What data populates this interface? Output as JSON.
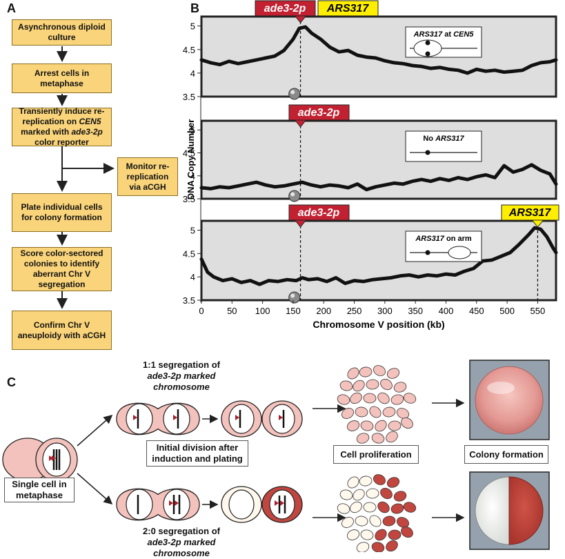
{
  "panels": {
    "a": "A",
    "b": "B",
    "c": "C"
  },
  "flowchart": {
    "steps": [
      "Asynchronous diploid culture",
      "Arrest cells in metaphase",
      "Transiently induce re-replication on CEN5 marked with ade3-2p color reporter",
      "Plate individual cells for colony formation",
      "Score color-sectored colonies to identify aberrant Chr V segregation",
      "Confirm Chr V aneuploidy with aCGH"
    ],
    "side_step": "Monitor re-replication via aCGH"
  },
  "chart_data": [
    {
      "type": "line",
      "markers": [
        "ade3-2p",
        "ARS317"
      ],
      "inset": "ARS317 at CEN5",
      "ylim": [
        3.5,
        5.2
      ],
      "yticks": [
        "5",
        "4.5",
        "4",
        "3.5"
      ],
      "x": [
        0,
        15,
        30,
        45,
        60,
        75,
        90,
        105,
        120,
        135,
        150,
        160,
        170,
        180,
        195,
        210,
        225,
        240,
        255,
        270,
        285,
        300,
        315,
        330,
        345,
        360,
        375,
        390,
        405,
        420,
        435,
        450,
        465,
        480,
        495,
        510,
        525,
        540,
        555,
        570,
        580
      ],
      "y": [
        4.28,
        4.22,
        4.18,
        4.25,
        4.2,
        4.24,
        4.28,
        4.32,
        4.36,
        4.48,
        4.72,
        4.95,
        4.98,
        4.85,
        4.72,
        4.55,
        4.45,
        4.48,
        4.38,
        4.34,
        4.32,
        4.26,
        4.22,
        4.2,
        4.16,
        4.14,
        4.1,
        4.12,
        4.08,
        4.06,
        4.0,
        4.08,
        4.04,
        4.06,
        4.02,
        4.04,
        4.06,
        4.16,
        4.22,
        4.24,
        4.28
      ]
    },
    {
      "type": "line",
      "markers": [
        "ade3-2p"
      ],
      "inset": "No ARS317",
      "ylim": [
        3.5,
        5.2
      ],
      "yticks": [
        "5",
        "4.5",
        "4",
        "3.5"
      ],
      "x": [
        0,
        15,
        30,
        45,
        60,
        75,
        90,
        105,
        120,
        135,
        150,
        165,
        180,
        195,
        210,
        225,
        240,
        255,
        270,
        285,
        300,
        315,
        330,
        345,
        360,
        375,
        390,
        405,
        420,
        435,
        450,
        465,
        480,
        495,
        510,
        525,
        540,
        555,
        570,
        580
      ],
      "y": [
        3.74,
        3.72,
        3.76,
        3.74,
        3.78,
        3.82,
        3.86,
        3.8,
        3.76,
        3.78,
        3.82,
        3.86,
        3.8,
        3.76,
        3.8,
        3.78,
        3.74,
        3.82,
        3.7,
        3.76,
        3.8,
        3.84,
        3.82,
        3.88,
        3.92,
        3.88,
        3.94,
        3.9,
        3.96,
        3.92,
        3.98,
        4.02,
        3.96,
        4.22,
        4.08,
        4.14,
        4.24,
        4.12,
        4.04,
        3.82
      ]
    },
    {
      "type": "line",
      "markers": [
        "ade3-2p",
        "ARS317"
      ],
      "inset": "ARS317 on arm",
      "ylim": [
        3.5,
        5.2
      ],
      "yticks": [
        "5",
        "4.5",
        "4",
        "3.5"
      ],
      "x": [
        0,
        10,
        20,
        35,
        50,
        65,
        80,
        95,
        110,
        125,
        140,
        155,
        165,
        175,
        190,
        205,
        220,
        235,
        250,
        265,
        280,
        295,
        310,
        325,
        340,
        355,
        370,
        385,
        400,
        415,
        430,
        445,
        460,
        475,
        490,
        505,
        520,
        535,
        545,
        555,
        565,
        575,
        580
      ],
      "y": [
        4.38,
        4.1,
        4.0,
        3.92,
        3.96,
        3.88,
        3.92,
        3.84,
        3.92,
        3.9,
        3.94,
        3.92,
        3.98,
        3.94,
        3.96,
        3.9,
        3.98,
        3.86,
        3.92,
        3.9,
        3.94,
        3.96,
        3.98,
        4.02,
        4.04,
        4.0,
        4.04,
        4.02,
        4.06,
        4.04,
        4.12,
        4.18,
        4.34,
        4.36,
        4.44,
        4.52,
        4.7,
        4.9,
        5.05,
        5.02,
        4.86,
        4.62,
        4.52
      ]
    }
  ],
  "axes": {
    "ylabel": "DNA Copy Number",
    "xlabel": "Chromosome V position (kb)",
    "xticks": [
      "0",
      "50",
      "100",
      "150",
      "200",
      "250",
      "300",
      "350",
      "400",
      "450",
      "500",
      "550"
    ],
    "xlim": [
      0,
      580
    ],
    "centromere_kb": 152,
    "ade_kb": 162,
    "ars_arm_kb": 550
  },
  "colors": {
    "ade": "#c22131",
    "ars": "#ffee00",
    "box": "#fad47a",
    "plot_bg": "#dedede",
    "pink": "#f4c2bc",
    "red": "#c0463f",
    "white": "#fff8ec"
  },
  "cartoon": {
    "top_title": {
      "l1": "1:1 segregation of",
      "l2": "ade3-2p marked chromosome"
    },
    "bottom_title": {
      "l1": "2:0 segregation of",
      "l2": "ade3-2p marked chromosome"
    },
    "initial_division": "Initial division after induction and plating",
    "single_cell": "Single cell in metaphase",
    "cell_proliferation": "Cell proliferation",
    "colony_formation": "Colony formation"
  }
}
